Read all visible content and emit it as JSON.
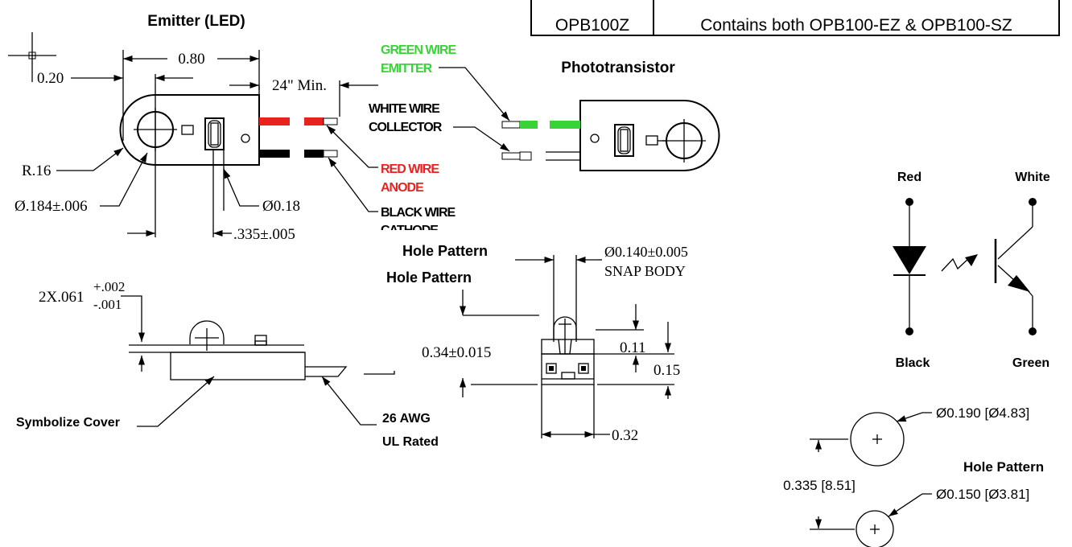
{
  "table": {
    "part_number": "OPB100Z",
    "description": "Contains both OPB100-EZ & OPB100-SZ"
  },
  "colors": {
    "red_wire": "#e8231f",
    "green_wire": "#38d437",
    "black_wire": "#000000",
    "line": "#000000",
    "background": "#ffffff"
  },
  "emitter": {
    "title": "Emitter (LED)",
    "dim_length": "0.80",
    "dim_offset": "0.20",
    "dim_wire_length": "24\" Min.",
    "dim_radius": "R.16",
    "dim_hole_diameter": "Ø.184±.006",
    "dim_lens_diameter": "Ø0.18",
    "dim_lens_position": ".335±.005"
  },
  "wires": {
    "green": "GREEN WIRE\nEMITTER",
    "white": "WHITE WIRE\nCOLLECTOR",
    "red": "RED WIRE\nANODE",
    "black": "BLACK WIRE\nCATHODE"
  },
  "phototransistor": {
    "title": "Phototransistor"
  },
  "side_view": {
    "dim_thickness": "2X.061",
    "tol_plus": "+.002",
    "tol_minus": "-.001",
    "cover_label": "Symbolize Cover",
    "wire_label": "26 AWG\nUL Rated"
  },
  "end_view": {
    "hole_pattern_1": "Hole Pattern",
    "hole_pattern_2": "Hole Pattern",
    "snap_dim": "Ø0.140±0.005\nSNAP BODY",
    "dim_height": "0.34±0.015",
    "dim_011": "0.11",
    "dim_015": "0.15",
    "dim_width": "0.32"
  },
  "schematic": {
    "red": "Red",
    "white": "White",
    "black": "Black",
    "green": "Green"
  },
  "hole_pattern_detail": {
    "dia_top": "Ø0.190 [Ø4.83]",
    "title": "Hole Pattern",
    "dia_bottom": "Ø0.150 [Ø3.81]",
    "spacing": "0.335 [8.51]"
  }
}
